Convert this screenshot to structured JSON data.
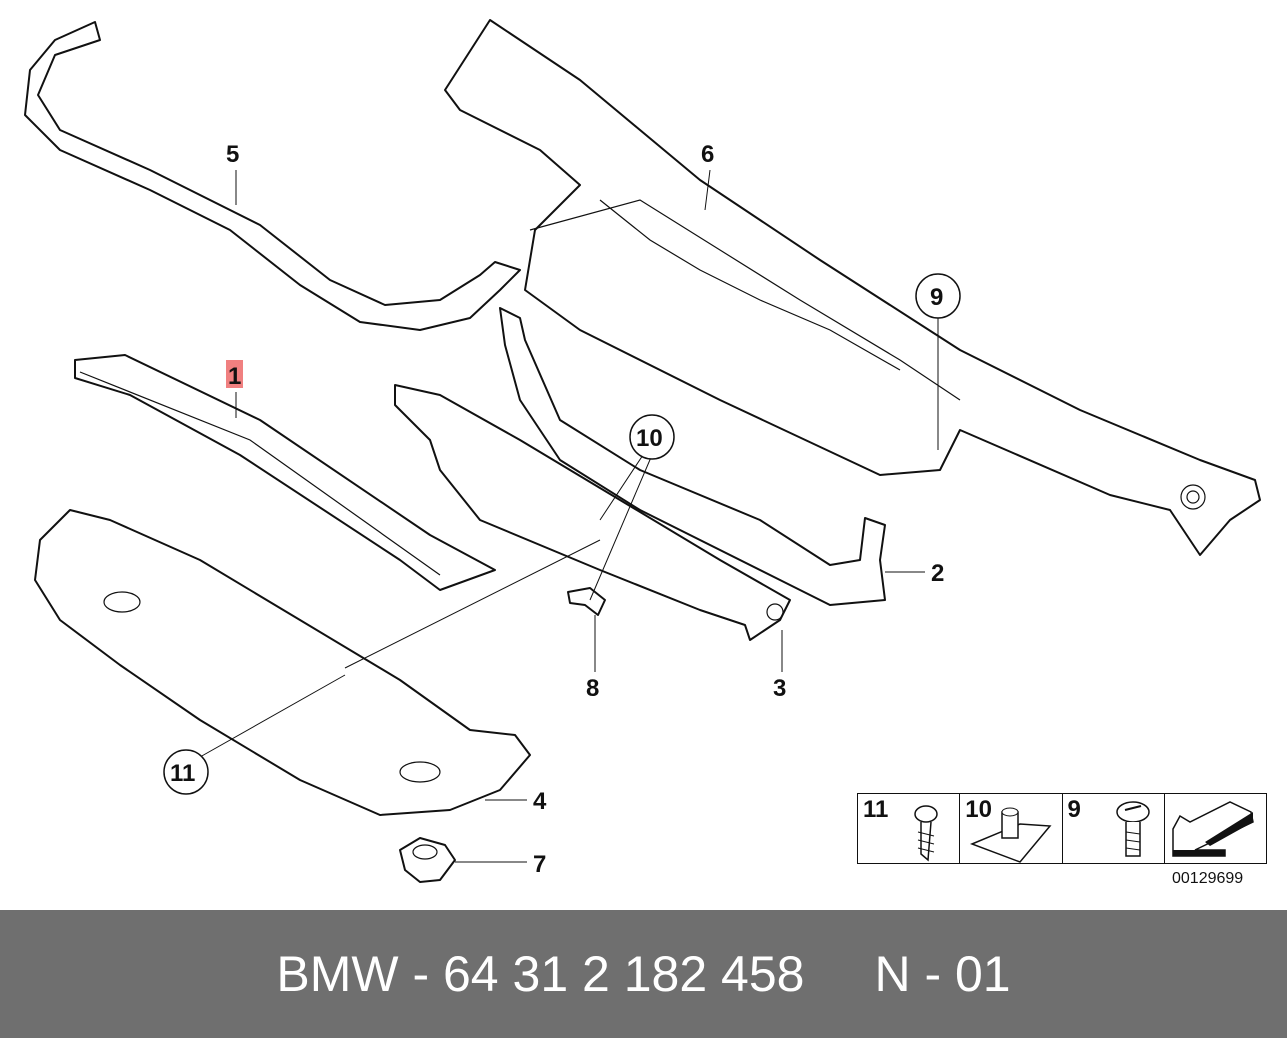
{
  "callouts": {
    "p1": "1",
    "p2": "2",
    "p3": "3",
    "p4": "4",
    "p5": "5",
    "p6": "6",
    "p7": "7",
    "p8": "8",
    "p9": "9",
    "p10": "10",
    "p11": "11"
  },
  "highlight_color": "#f08080",
  "legend": [
    {
      "num": "11",
      "icon": "screw-icon"
    },
    {
      "num": "10",
      "icon": "clip-nut-icon"
    },
    {
      "num": "9",
      "icon": "bolt-icon"
    },
    {
      "num": "",
      "icon": "arrow-icon"
    }
  ],
  "diagram_id": "00129699",
  "footer": {
    "part_number": "BMW - 64 31 2 182 458",
    "code": "N - 01"
  }
}
